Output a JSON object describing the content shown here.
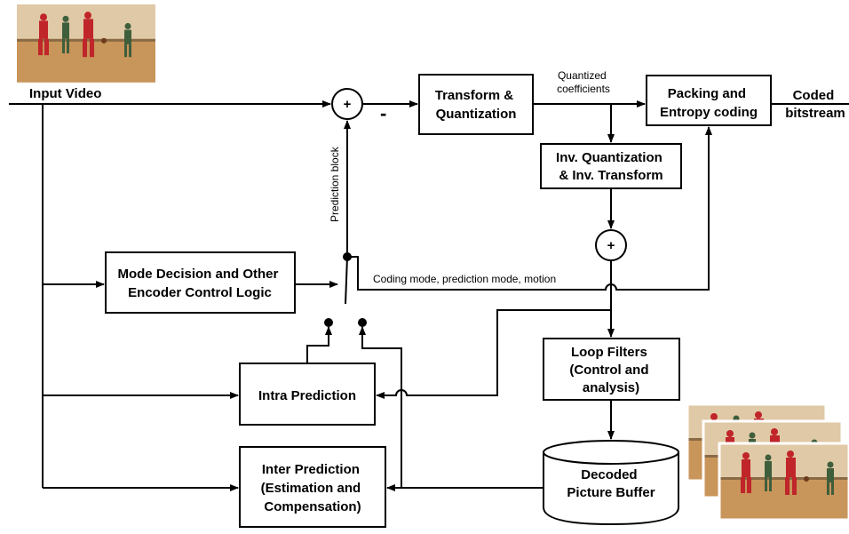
{
  "labels": {
    "input_video": "Input Video",
    "coded_bitstream_l1": "Coded",
    "coded_bitstream_l2": "bitstream",
    "quantized_l1": "Quantized",
    "quantized_l2": "coefficients",
    "prediction_block": "Prediction block",
    "coding_mode": "Coding mode, prediction mode, motion",
    "minus_sign": "-",
    "plus_sign": "+"
  },
  "blocks": {
    "transform": [
      "Transform &",
      "Quantization"
    ],
    "entropy": [
      "Packing and",
      "Entropy coding"
    ],
    "inv_quant": [
      "Inv. Quantization",
      "& Inv. Transform"
    ],
    "mode_decision": [
      "Mode Decision and Other",
      "Encoder Control Logic"
    ],
    "intra": [
      "Intra Prediction"
    ],
    "loop_filters": [
      "Loop Filters",
      "(Control and",
      "analysis)"
    ],
    "inter": [
      "Inter Prediction",
      "(Estimation and",
      "Compensation)"
    ],
    "dpb": [
      "Decoded",
      "Picture Buffer"
    ]
  },
  "colors": {
    "line": "#000000",
    "court_floor": "#c8955a",
    "court_wall": "#e0c9a6",
    "player_red": "#c0252a",
    "player_green": "#3f5e3c"
  }
}
